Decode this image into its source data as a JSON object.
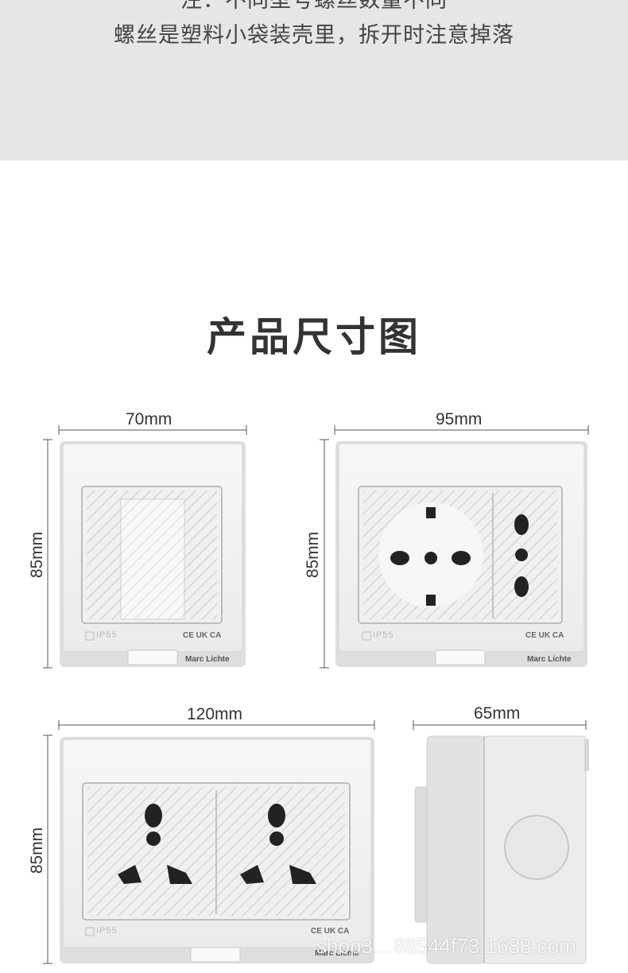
{
  "notes": {
    "line1": "注：不同型号螺丝数量不同",
    "line2": "螺丝是塑料小袋装壳里，拆开时注意掉落"
  },
  "section_title": "产品尺寸图",
  "products": [
    {
      "name": "single-switch-box",
      "width_label": "70mm",
      "height_label": "85mm",
      "ip_label": "IP55",
      "cert_label": "CE UK CA",
      "brand": "Marc Lichte"
    },
    {
      "name": "eu-socket-box",
      "width_label": "95mm",
      "height_label": "85mm",
      "ip_label": "IP55",
      "cert_label": "CE UK CA",
      "brand": "Marc Lichte"
    },
    {
      "name": "double-universal-socket-box",
      "width_label": "120mm",
      "height_label": "85mm",
      "ip_label": "IP55",
      "cert_label": "CE UK CA",
      "brand": "Marc Lichte"
    },
    {
      "name": "side-view",
      "depth_label": "65mm"
    }
  ],
  "watermark": "shop3…88544f73.1688.com",
  "colors": {
    "band": "#e6e6e6",
    "plate": "#f4f4f4",
    "frame": "#d9d9d9"
  }
}
